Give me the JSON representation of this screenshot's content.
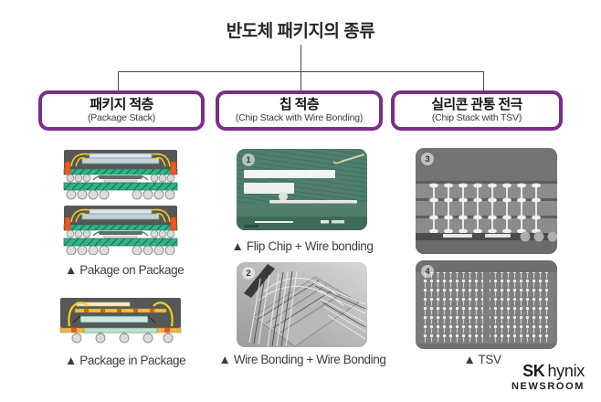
{
  "title": "반도체 패키지의 종류",
  "columns": [
    {
      "heading": "패키지 적층",
      "subheading": "(Package Stack)",
      "items": [
        {
          "caption": "▲ Pakage on Package",
          "image": "package-on-package-illustration"
        },
        {
          "caption": "▲ Package in Package",
          "image": "package-in-package-illustration"
        }
      ]
    },
    {
      "heading": "칩 적층",
      "subheading": "(Chip Stack with Wire Bonding)",
      "items": [
        {
          "badge": "1",
          "caption": "▲ Flip Chip + Wire bonding",
          "image": "flip-chip-wire-bonding-photo"
        },
        {
          "badge": "2",
          "caption": "▲ Wire Bonding + Wire Bonding",
          "image": "wire-bonding-wire-bonding-photo"
        }
      ]
    },
    {
      "heading": "실리콘 관통 전극",
      "subheading": "(Chip Stack with TSV)",
      "items": [
        {
          "badge": "3",
          "image": "tsv-cross-section-photo"
        },
        {
          "badge": "4",
          "caption": "▲ TSV",
          "image": "tsv-array-photo"
        }
      ]
    }
  ],
  "brand": {
    "sk": "SK",
    "hynix": "hynix",
    "newsroom": "NEWSROOM"
  },
  "colors": {
    "accent_purple": "#7B2E8B",
    "connector_line": "#4A4A4A"
  }
}
